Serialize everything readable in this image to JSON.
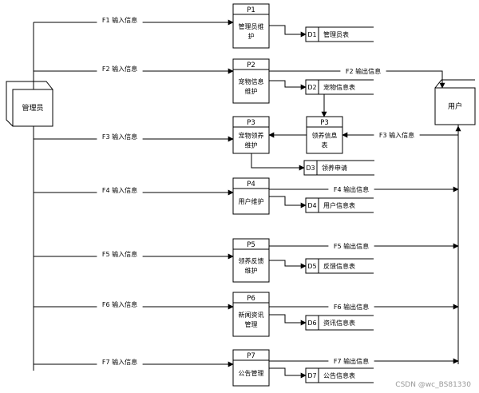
{
  "entities": {
    "admin": "管理员",
    "user": "用户"
  },
  "processes": [
    {
      "id": "P1",
      "lines": [
        "管理员维",
        "护"
      ]
    },
    {
      "id": "P2",
      "lines": [
        "宠物信息",
        "维护"
      ]
    },
    {
      "id": "P3",
      "lines": [
        "宠物领养",
        "维护"
      ]
    },
    {
      "id": "P3",
      "lines": [
        "领养信息",
        "表"
      ]
    },
    {
      "id": "P4",
      "lines": [
        "用户维护"
      ]
    },
    {
      "id": "P5",
      "lines": [
        "领养反馈",
        "维护"
      ]
    },
    {
      "id": "P6",
      "lines": [
        "新闻资讯",
        "管理"
      ]
    },
    {
      "id": "P7",
      "lines": [
        "公告管理"
      ]
    }
  ],
  "stores": [
    {
      "id": "D1",
      "name": "管理员表"
    },
    {
      "id": "D2",
      "name": "宠物信息表"
    },
    {
      "id": "D3",
      "name": "领养申请"
    },
    {
      "id": "D4",
      "name": "用户信息表"
    },
    {
      "id": "D5",
      "name": "反馈信息表"
    },
    {
      "id": "D6",
      "name": "资讯信息表"
    },
    {
      "id": "D7",
      "name": "公告信息表"
    }
  ],
  "flows": {
    "in": [
      "F1 输入信息",
      "F2 输入信息",
      "F3 输入信息",
      "F4 输入信息",
      "F5 输入信息",
      "F6 输入信息",
      "F7 输入信息"
    ],
    "out": [
      "F2 输出信息",
      "F4 输出信息",
      "F5 输出信息",
      "F6 输出信息",
      "F7 输出信息"
    ],
    "user_in": "F3 输入信息"
  },
  "watermark": "CSDN @wc_BS81330"
}
